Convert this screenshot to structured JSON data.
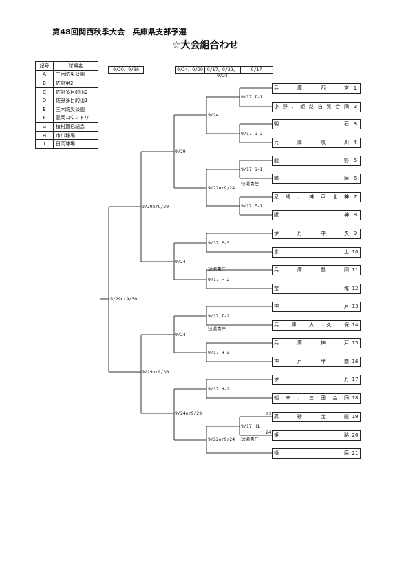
{
  "header": {
    "subtitle": "第48回関西秋季大会　兵庫県支部予選",
    "title": "☆大会組合わせ"
  },
  "venues": {
    "headers": [
      "記号",
      "球場名"
    ],
    "rows": [
      {
        "code": "A",
        "name": "三木防災公園"
      },
      {
        "code": "B",
        "name": "佐野第2"
      },
      {
        "code": "C",
        "name": "佐野多目的山2"
      },
      {
        "code": "D",
        "name": "佐野多目的山1"
      },
      {
        "code": "E",
        "name": "三木防災公園"
      },
      {
        "code": "F",
        "name": "豊岡コウノトリ"
      },
      {
        "code": "G",
        "name": "植村直巳記念"
      },
      {
        "code": "H",
        "name": "市川球場"
      },
      {
        "code": "I",
        "name": "日岡球場"
      }
    ]
  },
  "round_dates": [
    "9/29、9/30",
    "9/24、9/29",
    "9/17、9/22、9/24",
    "9/17"
  ],
  "teams": [
    {
      "no": "1",
      "name": "兵庫西宮"
    },
    {
      "no": "2",
      "name": "小野、姫路白鷺合同"
    },
    {
      "no": "3",
      "name": "明石"
    },
    {
      "no": "4",
      "name": "兵庫夙川"
    },
    {
      "no": "5",
      "name": "龍野"
    },
    {
      "no": "6",
      "name": "飾磨"
    },
    {
      "no": "7",
      "name": "尼崎、神戸北神"
    },
    {
      "no": "8",
      "name": "阪神"
    },
    {
      "no": "9",
      "name": "伊丹中央"
    },
    {
      "no": "10",
      "name": "氷上"
    },
    {
      "no": "11",
      "name": "兵庫豊岡"
    },
    {
      "no": "12",
      "name": "宝塚"
    },
    {
      "no": "13",
      "name": "神戸"
    },
    {
      "no": "14",
      "name": "兵庫大久保"
    },
    {
      "no": "15",
      "name": "兵庫神戸"
    },
    {
      "no": "16",
      "name": "神戸甲南"
    },
    {
      "no": "17",
      "name": "伊丹"
    },
    {
      "no": "18",
      "name": "朝来、三田合同"
    },
    {
      "no": "19",
      "name": "高砂宝殿"
    },
    {
      "no": "20",
      "name": "姫路"
    },
    {
      "no": "21",
      "name": "播磨"
    }
  ],
  "matches": {
    "m1": "9/17 I-1",
    "m2": "9/17 G-2",
    "m3": "9/17 G-1",
    "m4": "9/17 F-1",
    "m5": "9/17 F-3",
    "m6": "9/17 F-2",
    "m7": "9/17 I-2",
    "m8": "9/17 H-3",
    "m9": "9/17 H-2",
    "m10": "9/17 H1",
    "q1": "9/24",
    "q2": "9/22or9/24",
    "q3": "9/24",
    "q4": "9/24",
    "q5": "9/24or9/29",
    "q6": "9/22or9/24",
    "s1": "9/29",
    "s2": "9/29or9/30",
    "s3": "9/29or9/30",
    "final": "9/29or9/30"
  },
  "notes": {
    "venue_duty": "球場責任",
    "n22": "22",
    "n24": "24"
  }
}
